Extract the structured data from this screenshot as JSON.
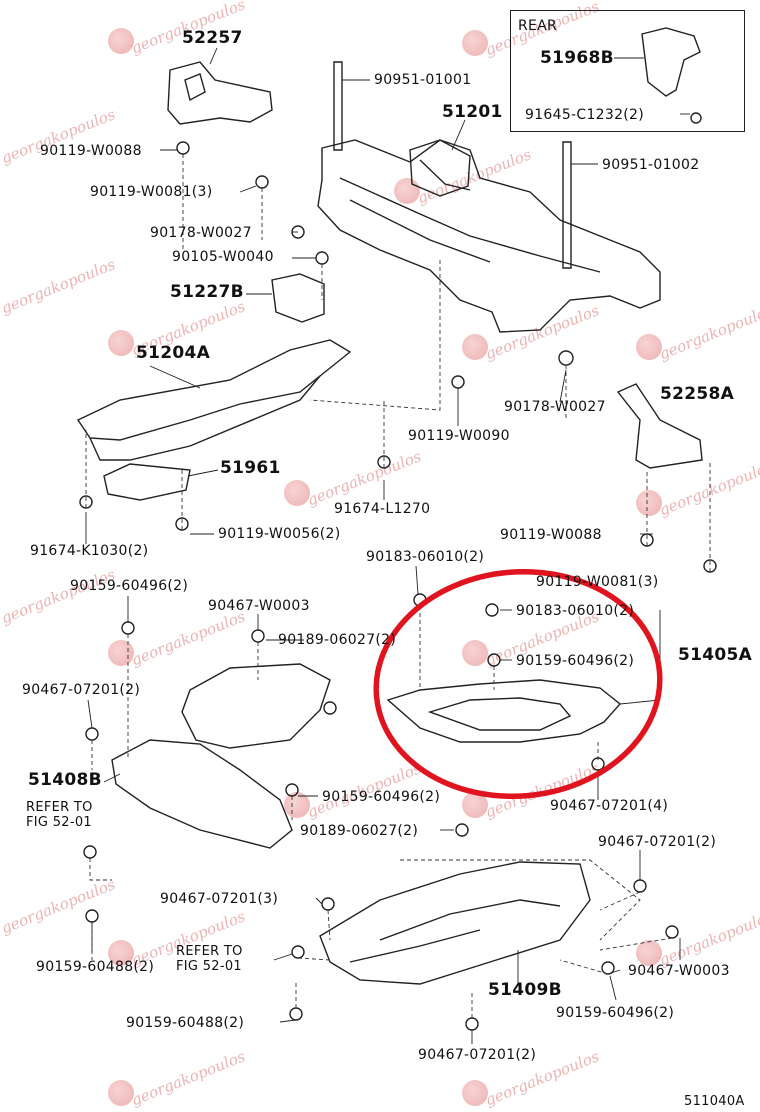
{
  "inset": {
    "title": "REAR",
    "part": "51968B",
    "bolt": "91645-C1232(2)"
  },
  "labels": {
    "p52257": "52257",
    "p90951_01001": "90951-01001",
    "p51201": "51201",
    "p90119_W0088a": "90119-W0088",
    "p90119_W0081_3a": "90119-W0081(3)",
    "p90951_01002": "90951-01002",
    "p90178_W0027a": "90178-W0027",
    "p90105_W0040": "90105-W0040",
    "p51227B": "51227B",
    "p51204A": "51204A",
    "p52258A": "52258A",
    "p90178_W0027b": "90178-W0027",
    "p90119_W0090": "90119-W0090",
    "p51961": "51961",
    "p91674_L1270": "91674-L1270",
    "p90119_W0056": "90119-W0056(2)",
    "p90119_W0088b": "90119-W0088",
    "p91674_K1030": "91674-K1030(2)",
    "p90183_06010a": "90183-06010(2)",
    "p90119_W0081_3b": "90119-W0081(3)",
    "p90159_60496a": "90159-60496(2)",
    "p90467_W0003a": "90467-W0003",
    "p90183_06010b": "90183-06010(2)",
    "p90189_06027a": "90189-06027(2)",
    "p90159_60496b": "90159-60496(2)",
    "p51405A": "51405A",
    "p90467_07201a": "90467-07201(2)",
    "p51408B": "51408B",
    "p90159_60496c": "90159-60496(2)",
    "refer1": "REFER TO\nFIG 52-01",
    "p90189_06027b": "90189-06027(2)",
    "p90467_07201_4": "90467-07201(4)",
    "p90467_07201b": "90467-07201(2)",
    "p90467_07201_3": "90467-07201(3)",
    "refer2": "REFER TO\nFIG 52-01",
    "p90159_60488a": "90159-60488(2)",
    "p90467_W0003b": "90467-W0003",
    "p51409B": "51409B",
    "p90159_60496d": "90159-60496(2)",
    "p90159_60488b": "90159-60488(2)",
    "p90467_07201c": "90467-07201(2)",
    "fig": "511040A"
  },
  "watermark": "georgakopoulos",
  "colors": {
    "highlight": "#e0141e",
    "watermark": "#e9a6a6",
    "line": "#222222"
  }
}
